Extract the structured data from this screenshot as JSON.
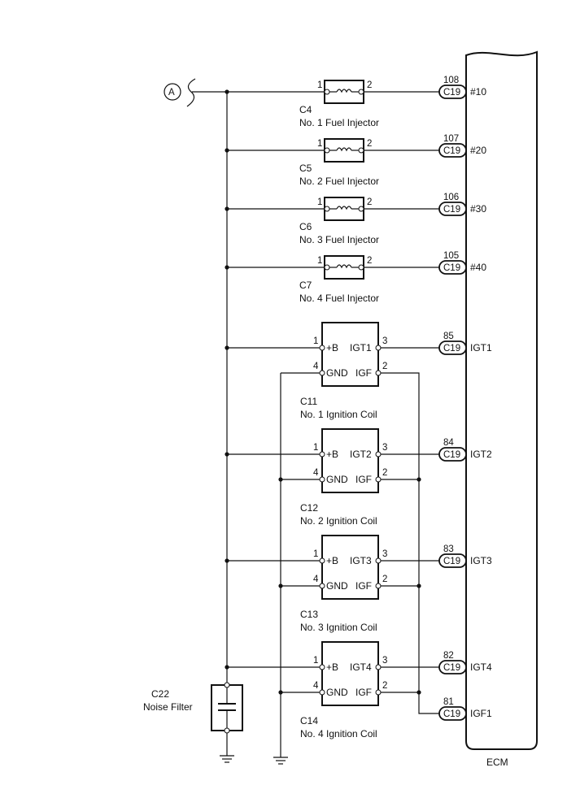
{
  "connector_ref": "A",
  "ecm": {
    "label": "ECM",
    "connector": "C19",
    "pins": [
      {
        "pin": "108",
        "signal": "#10"
      },
      {
        "pin": "107",
        "signal": "#20"
      },
      {
        "pin": "106",
        "signal": "#30"
      },
      {
        "pin": "105",
        "signal": "#40"
      },
      {
        "pin": "85",
        "signal": "IGT1"
      },
      {
        "pin": "84",
        "signal": "IGT2"
      },
      {
        "pin": "83",
        "signal": "IGT3"
      },
      {
        "pin": "82",
        "signal": "IGT4"
      },
      {
        "pin": "81",
        "signal": "IGF1"
      }
    ]
  },
  "injectors": [
    {
      "code": "C4",
      "name": "No. 1 Fuel Injector",
      "pin_in": "1",
      "pin_out": "2"
    },
    {
      "code": "C5",
      "name": "No. 2 Fuel Injector",
      "pin_in": "1",
      "pin_out": "2"
    },
    {
      "code": "C6",
      "name": "No. 3 Fuel Injector",
      "pin_in": "1",
      "pin_out": "2"
    },
    {
      "code": "C7",
      "name": "No. 4 Fuel Injector",
      "pin_in": "1",
      "pin_out": "2"
    }
  ],
  "coils": [
    {
      "code": "C11",
      "name": "No. 1 Ignition Coil",
      "igt": "IGT1"
    },
    {
      "code": "C12",
      "name": "No. 2 Ignition Coil",
      "igt": "IGT2"
    },
    {
      "code": "C13",
      "name": "No. 3 Ignition Coil",
      "igt": "IGT3"
    },
    {
      "code": "C14",
      "name": "No. 4 Ignition Coil",
      "igt": "IGT4"
    }
  ],
  "coil_terminals": {
    "b_label": "+B",
    "gnd_label": "GND",
    "igf_label": "IGF",
    "pin_b": "1",
    "pin_gnd": "4",
    "pin_igt": "3",
    "pin_igf": "2"
  },
  "noise_filter": {
    "code": "C22",
    "name": "Noise Filter"
  }
}
